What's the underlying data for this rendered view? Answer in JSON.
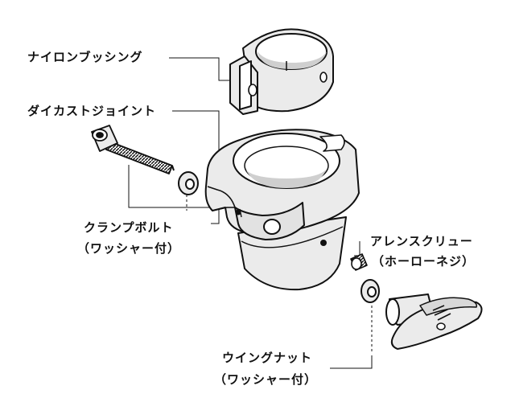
{
  "diagram": {
    "labels": {
      "nylon_bushing": "ナイロンブッシング",
      "die_cast_joint": "ダイカストジョイント",
      "clamp_bolt": "クランプボルト",
      "clamp_bolt_note": "（ワッシャー付）",
      "allen_screw": "アレンスクリュー",
      "allen_screw_note": "（ホーローネジ）",
      "wing_nut": "ウイングナット",
      "wing_nut_note": "（ワッシャー付）"
    },
    "colors": {
      "ink": "#111111",
      "part_fill": "#ebebeb",
      "shadow": "#c8c8c8",
      "background": "#ffffff"
    }
  }
}
